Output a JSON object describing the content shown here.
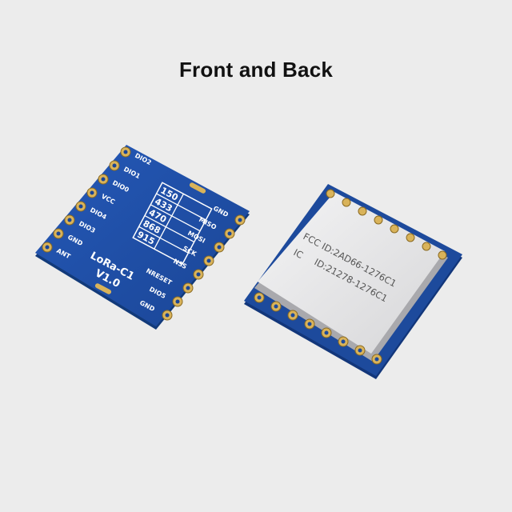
{
  "title": "Front and Back",
  "back_module": {
    "name": "LoRa-C1",
    "version": "V1.0",
    "board_color": "#1f4fa8",
    "pad_color": "#d9b35a",
    "left_pins": [
      "DIO2",
      "DIO1",
      "DIO0",
      "VCC",
      "DIO4",
      "DIO3",
      "GND",
      "ANT"
    ],
    "right_pins": [
      "GND",
      "MISO",
      "MOSI",
      "SCK",
      "NSS",
      "NRESET",
      "DIO5",
      "GND"
    ],
    "frequency_table": [
      "150",
      "433",
      "470",
      "868",
      "915"
    ]
  },
  "front_module": {
    "fcc_label": "FCC ID:2AD66-1276C1",
    "ic_label_prefix": "IC",
    "ic_label": "ID:21278-1276C1",
    "shield_color": "#e4e4e6"
  }
}
